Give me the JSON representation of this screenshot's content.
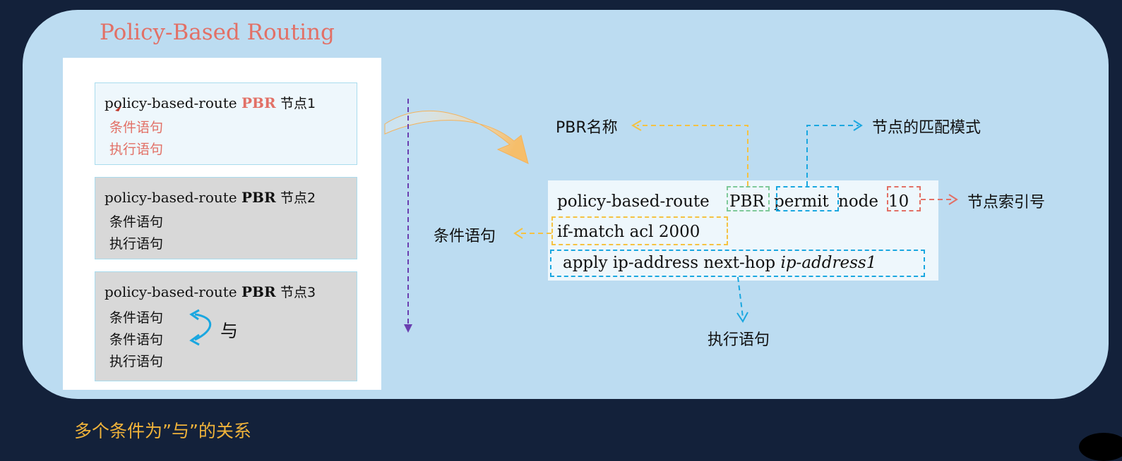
{
  "title": "Policy-Based Routing",
  "nodes": [
    {
      "prefix": "policy-based-route",
      "pbr": "PBR",
      "suffix": "节点1",
      "lines": [
        "条件语句",
        "执行语句"
      ]
    },
    {
      "prefix": "policy-based-route",
      "pbr": "PBR",
      "suffix": "节点2",
      "lines": [
        "条件语句",
        "执行语句"
      ]
    },
    {
      "prefix": "policy-based-route",
      "pbr": "PBR",
      "suffix": "节点3",
      "lines": [
        "条件语句",
        "条件语句",
        "执行语句"
      ]
    }
  ],
  "and_label": "与",
  "command": {
    "line1": {
      "prefix": "policy-based-route",
      "name": "PBR",
      "mode": "permit",
      "node_word": "node",
      "index": "10"
    },
    "line2": "if-match acl 2000",
    "line3_prefix": "apply ip-address next-hop",
    "line3_italic": "ip-address1"
  },
  "annotations": {
    "pbr_name": "PBR名称",
    "match_mode": "节点的匹配模式",
    "node_index": "节点索引号",
    "condition": "条件语句",
    "action": "执行语句"
  },
  "footer": "多个条件为”与”的关系",
  "colors": {
    "background": "#13213a",
    "panel": "#bcdcf1",
    "title_red": "#e27066",
    "yellow": "#f5c242",
    "green": "#7fc99a",
    "blue": "#1aa7e0",
    "red_dash": "#e27066",
    "purple": "#6a3fb0",
    "footer": "#f0b33a"
  }
}
